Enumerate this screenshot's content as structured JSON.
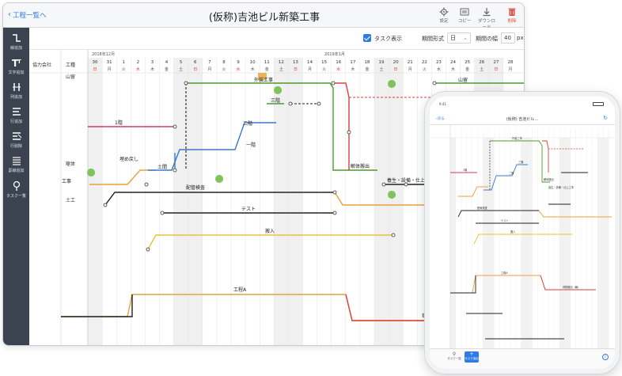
{
  "desktop": {
    "back_label": "工程一覧へ",
    "title": "(仮称)吉池ビル新築工事",
    "toolbar": [
      {
        "label": "設定",
        "icon": "gear-icon"
      },
      {
        "label": "コピー",
        "icon": "copy-icon"
      },
      {
        "label": "ダウンロード",
        "icon": "download-icon"
      },
      {
        "label": "削除",
        "icon": "trash-icon"
      }
    ],
    "sidebar": [
      {
        "label": "線追加",
        "icon": "line-add-icon"
      },
      {
        "label": "文字追加",
        "icon": "text-add-icon"
      },
      {
        "label": "列追加",
        "icon": "column-add-icon"
      },
      {
        "label": "行追加",
        "icon": "row-add-icon"
      },
      {
        "label": "行削除",
        "icon": "row-delete-icon"
      },
      {
        "label": "罫線追加",
        "icon": "ruled-line-add-icon"
      },
      {
        "label": "タスク一覧",
        "icon": "task-list-icon"
      }
    ],
    "options": {
      "show_tasks_label": "タスク表示",
      "period_format_label": "期間形式",
      "period_format_value": "日",
      "period_width_label": "期間の幅",
      "period_width_value": "40",
      "period_width_unit": "px"
    },
    "calendar": {
      "month1": "2018年12月",
      "month2": "2019年1月",
      "days": [
        "30",
        "31",
        "1",
        "2",
        "3",
        "4",
        "5",
        "6",
        "7",
        "8",
        "9",
        "10",
        "11",
        "12",
        "13",
        "14",
        "15",
        "16",
        "17",
        "18",
        "19",
        "20",
        "21",
        "22",
        "23",
        "24",
        "25",
        "26",
        "27",
        "28"
      ],
      "weekdays": [
        "日",
        "月",
        "火",
        "水",
        "木",
        "金",
        "土",
        "日",
        "月",
        "火",
        "水",
        "木",
        "金",
        "土",
        "日",
        "月",
        "火",
        "水",
        "木",
        "金",
        "土",
        "日",
        "月",
        "火",
        "水",
        "木",
        "金",
        "土",
        "日",
        "月"
      ],
      "red_days": [
        "30",
        "2",
        "9",
        "16"
      ],
      "col_headers": [
        "協力会社",
        "工種"
      ],
      "row_labels": [
        "山留",
        "躯体",
        "土工"
      ]
    },
    "task_labels": {
      "first_floor": "1階",
      "second_floor": "二階",
      "third_floor": "三階",
      "one_floor_b": "一階",
      "backfill": "埋め戻し",
      "earthwork": "土間",
      "exterior": "外装工事",
      "demolition": "解体搬出",
      "curing": "養生・設備・仕上工事",
      "piping": "配管検査",
      "test": "テスト",
      "delivery": "搬入",
      "process_a": "工程A",
      "construction_left": "工事",
      "yamadome_right": "山留",
      "right_cut": "荷"
    }
  },
  "phone": {
    "status_time": "9:41",
    "back_label": "戻る",
    "title": "(仮称) 吉池ビル…",
    "footer": [
      {
        "label": "タスク一覧"
      },
      {
        "label": "タスク追加"
      }
    ],
    "labels": {
      "first_floor": "1階",
      "second_floor": "二階",
      "third_floor": "三階",
      "exterior": "外装工事",
      "curing": "養生・設備・仕上工事",
      "piping": "配管検査",
      "test": "テスト",
      "delivery": "搬入",
      "process_a": "工程A",
      "demolition": "解体搬出",
      "piping_right": "荷物搬出（輸）"
    }
  },
  "colors": {
    "accent": "#2f7be5",
    "sidebar": "#3b4350",
    "red_line": "#d9423a",
    "pink_line": "#d23b6f",
    "orange_line": "#e8a13a",
    "blue_line": "#3b79c9",
    "green_line": "#4a9a2f",
    "black_line": "#222222",
    "yellow_line": "#e8c23a",
    "weekend_col": "#f0f0f0"
  }
}
